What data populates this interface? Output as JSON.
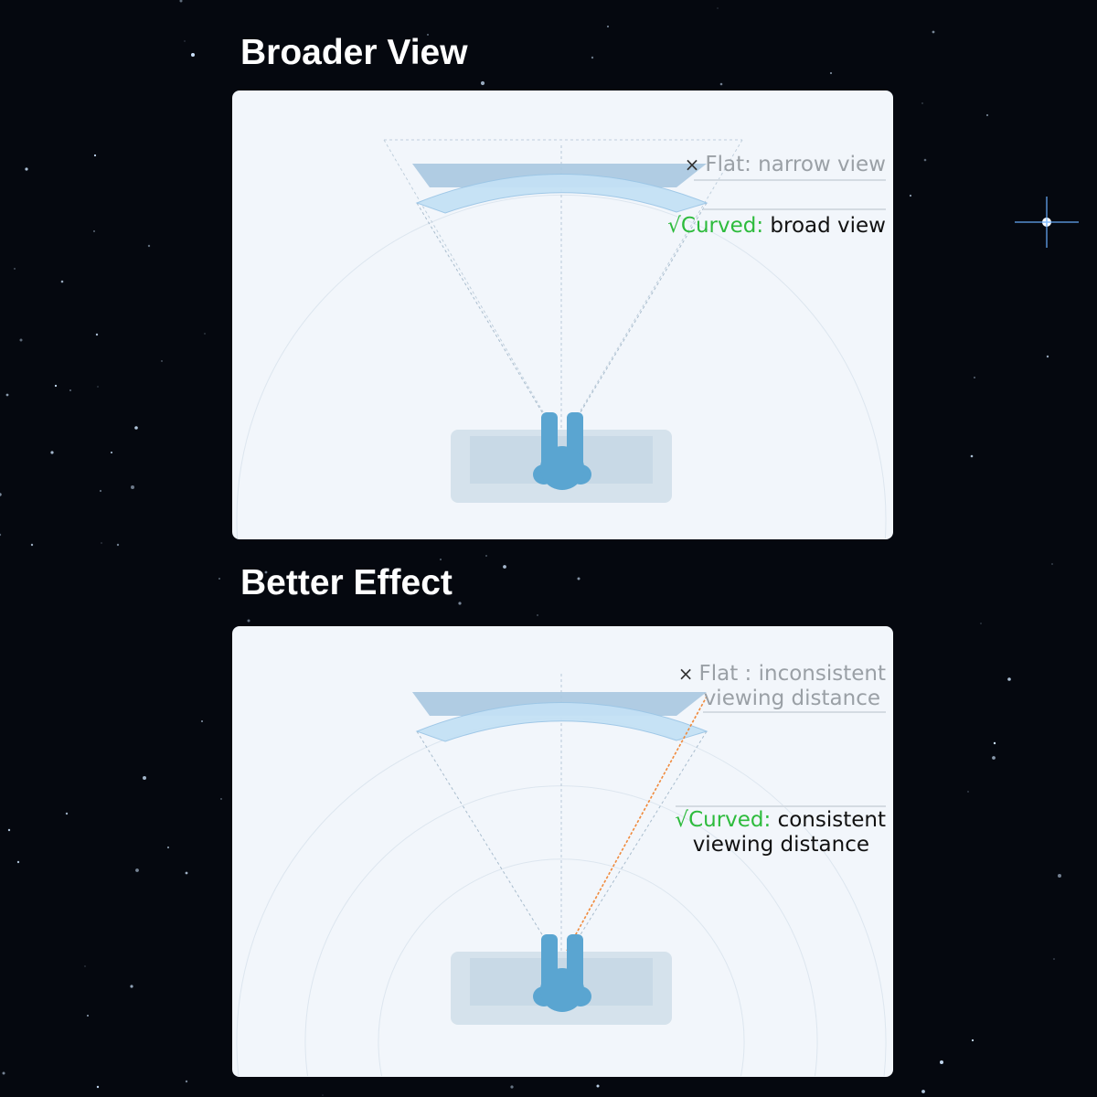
{
  "sections": [
    {
      "title": "Broader View",
      "flat": {
        "mark": "×",
        "label": "Flat: narrow view"
      },
      "curved": {
        "mark": "√",
        "prefix": "Curved:",
        "label": "broad view"
      }
    },
    {
      "title": "Better Effect",
      "flat": {
        "mark": "×",
        "line1": "Flat : inconsistent",
        "line2": "viewing distance"
      },
      "curved": {
        "mark": "√",
        "prefix": "Curved:",
        "line1": "consistent",
        "line2": "viewing distance"
      }
    }
  ],
  "colors": {
    "flat_screen": "#a9c8e0",
    "curved_screen": "#c4e1f5",
    "viewer": "#5aa5d1",
    "check": "#2dbb3c",
    "orange_line": "#f08a3c"
  }
}
